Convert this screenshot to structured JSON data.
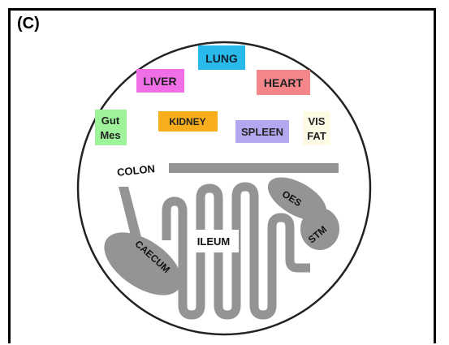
{
  "panel_label": "(C)",
  "organs": {
    "lung": {
      "label": "LUNG",
      "color": "#29b9ea"
    },
    "liver": {
      "label": "LIVER",
      "color": "#f06ee6"
    },
    "heart": {
      "label": "HEART",
      "color": "#f4868a"
    },
    "gut_mes": {
      "label_line1": "Gut",
      "label_line2": "Mes",
      "color": "#9ef29a"
    },
    "kidney": {
      "label": "KIDNEY",
      "color": "#f7ae1a"
    },
    "spleen": {
      "label": "SPLEEN",
      "color": "#b3a8f0"
    },
    "vis_fat": {
      "label_line1": "VIS",
      "label_line2": "FAT",
      "color": "#fdfbe6"
    }
  },
  "gut": {
    "colon": "COLON",
    "caecum": "CAECUM",
    "ileum": "ILEUM",
    "oes": "OES",
    "stm": "STM",
    "tube_color": "#949494"
  }
}
